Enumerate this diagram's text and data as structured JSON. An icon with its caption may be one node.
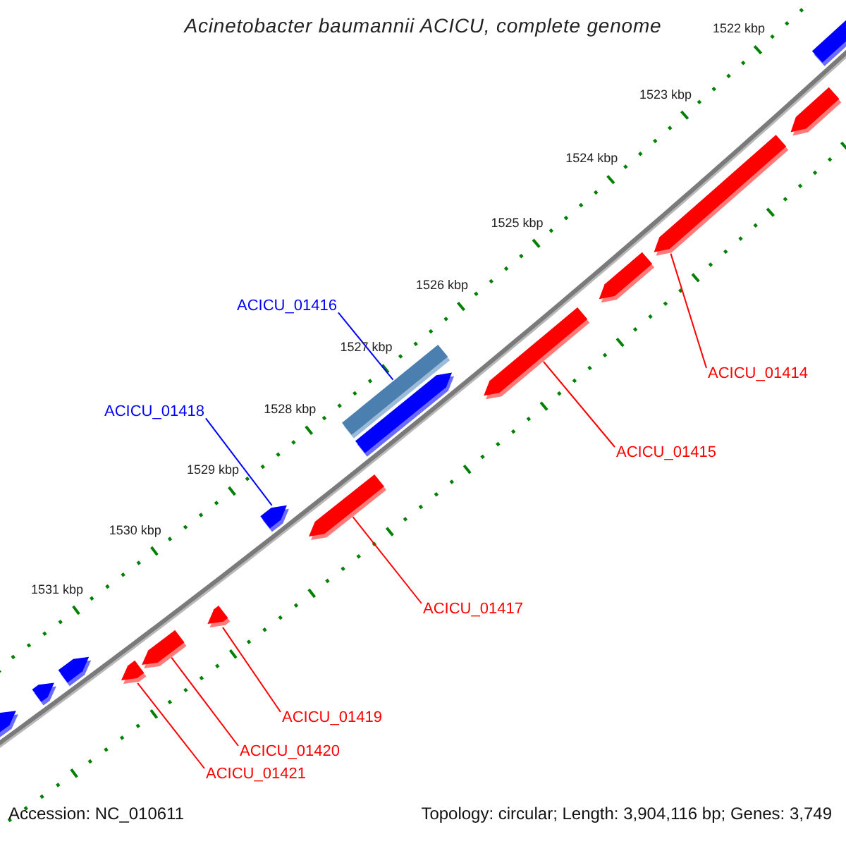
{
  "diagram": {
    "title": "Acinetobacter baumannii ACICU, complete genome",
    "nodes": [
      {
        "text": [],
        "shape": "box"
      },
      {
        "text": [],
        "shape": "box"
      },
      {
        "text": [],
        "shape": "box"
      },
      {
        "text": [],
        "shape": "box"
      },
      {
        "text": [
          "ACICU_01416"
        ]
      },
      {
        "text": [],
        "shape": "bar"
      },
      {
        "text": [],
        "shape": "box"
      },
      {
        "text": [],
        "shape": "box"
      },
      {
        "text": [
          "ACICU_01414"
        ]
      },
      {
        "text": [
          "ACICU_01418"
        ]
      },
      {
        "text": [
          "ACICU_01415"
        ]
      },
      {
        "text": [],
        "shape": "box"
      },
      {
        "text": [],
        "shape": "box"
      },
      {
        "text": [
          "ACICU_01417"
        ]
      },
      {
        "text": [],
        "shape": "box"
      },
      {
        "text": [],
        "shape": "box"
      },
      {
        "text": [],
        "shape": "box"
      },
      {
        "text": [],
        "shape": "box"
      },
      {
        "text": [],
        "shape": "box"
      },
      {
        "text": [],
        "shape": "box"
      },
      {
        "text": [
          "ACICU_01419"
        ]
      },
      {
        "text": [
          "ACICU_01420"
        ]
      },
      {
        "text": [
          "ACICU_01421"
        ]
      }
    ],
    "edges": [
      {
        "from": 4,
        "to": 5,
        "arrow": "none",
        "color": "#0000ff"
      },
      {
        "from": 8,
        "to": 2,
        "arrow": "none"
      },
      {
        "from": 9,
        "to": 11,
        "arrow": "none",
        "color": "#0000ff"
      },
      {
        "from": 10,
        "to": 7,
        "arrow": "none"
      },
      {
        "from": 13,
        "to": 12,
        "arrow": "none"
      },
      {
        "from": 20,
        "to": 14,
        "arrow": "none"
      },
      {
        "from": 21,
        "to": 15,
        "arrow": "none"
      },
      {
        "from": 22,
        "to": 17,
        "arrow": "none"
      }
    ],
    "labels": [
      "1522 kbp",
      "1523 kbp",
      "1524 kbp",
      "1525 kbp",
      "1526 kbp",
      "1527 kbp",
      "1528 kbp",
      "1529 kbp",
      "1530 kbp",
      "1531 kbp",
      "Accession: NC_010611",
      "Topology: circular; Length: 3,904,116 bp; Genes: 3,749"
    ]
  }
}
